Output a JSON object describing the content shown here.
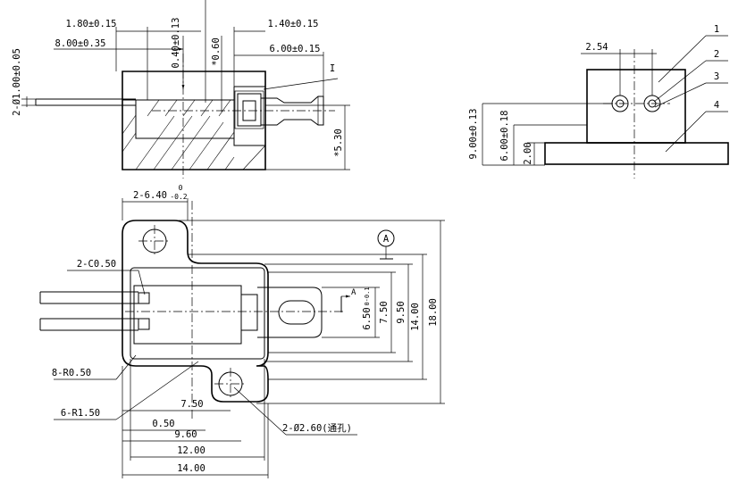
{
  "front_view": {
    "dim_pin_dia": "2-Ø1.00±0.05",
    "dim_1_80": "1.80±0.15",
    "dim_8_00": "8.00±0.35",
    "dim_0_40": "0.40±0.13",
    "dim_0_60": "*0.60",
    "dim_1_40": "1.40±0.15",
    "dim_6_00": "6.00±0.15",
    "detail_label": "I",
    "dim_5_30": "*5.30"
  },
  "side_view": {
    "dim_2_54": "2.54",
    "dim_9_00": "9.00±0.13",
    "dim_6_00": "6.00±0.18",
    "dim_2_00": "2.00",
    "callouts": [
      "1",
      "2",
      "3",
      "4"
    ]
  },
  "top_view": {
    "dim_6_40": "2-6.40",
    "dim_6_40_tol_upper": "0",
    "dim_6_40_tol_lower": "-0.2",
    "chamfer": "2-C0.50",
    "radius_8": "8-R0.50",
    "radius_6": "6-R1.50",
    "datum": "A",
    "section_mark": "A",
    "dim_6_50": "6.50",
    "dim_6_50_tol": "0-0.1",
    "dim_7_50_v": "7.50",
    "dim_9_50": "9.50",
    "dim_14_00_v": "14.00",
    "dim_18_00": "18.00",
    "dim_7_50_h": "7.50",
    "dim_0_50": "0.50",
    "dim_9_60": "9.60",
    "dim_12_00": "12.00",
    "dim_14_00_h": "14.00",
    "through_hole": "2-Ø2.60(通孔)"
  }
}
